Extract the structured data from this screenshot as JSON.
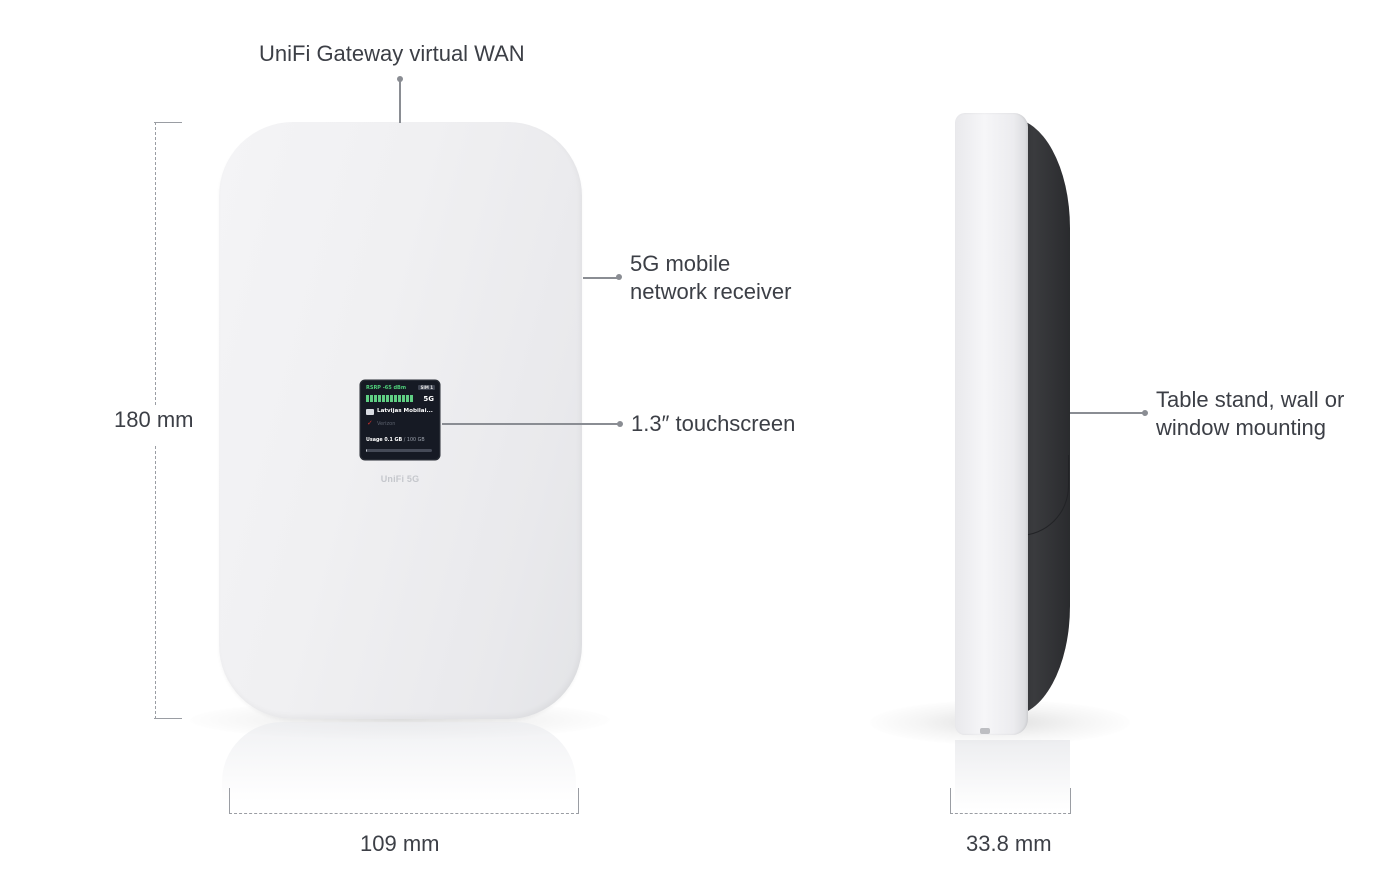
{
  "callouts": {
    "gateway": "UniFi Gateway virtual WAN",
    "receiver_line1": "5G mobile",
    "receiver_line2": "network receiver",
    "touchscreen": "1.3″ touchscreen",
    "mounting_line1": "Table stand, wall or",
    "mounting_line2": "window mounting"
  },
  "dimensions": {
    "height": "180 mm",
    "width": "109 mm",
    "depth": "33.8 mm"
  },
  "device": {
    "logo": "UniFi 5G",
    "screen": {
      "rsrp": "RSRP -65 dBm",
      "sim": "SIM 1",
      "network": "5G",
      "carrier": "Latvijas Mobilai...",
      "secondary_carrier": "Verizon",
      "usage_label": "Usage 0.1 GB",
      "usage_total": "/ 100 GB",
      "usage_fraction": 0.02,
      "signal_bars": 12,
      "colors": {
        "signal": "#5fcf83",
        "carrier_mark": "#d2302b",
        "screen_bg": "#161a24"
      }
    }
  }
}
